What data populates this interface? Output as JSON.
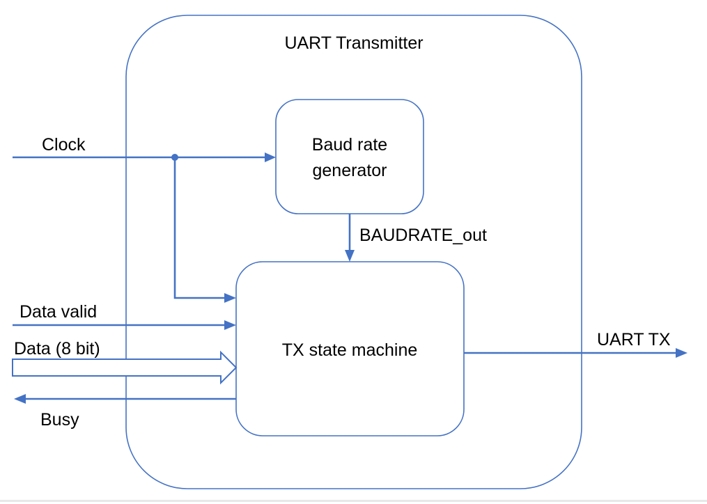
{
  "diagram": {
    "outer_box": {
      "title": "UART Transmitter"
    },
    "baud_block": {
      "line1": "Baud rate",
      "line2": "generator"
    },
    "tx_block": {
      "label": "TX state machine"
    },
    "signals": {
      "clock": "Clock",
      "baudrate_out": "BAUDRATE_out",
      "data_valid": "Data valid",
      "data_bus": "Data (8 bit)",
      "busy": "Busy",
      "uart_tx": "UART TX"
    },
    "colors": {
      "stroke": "#4472C4",
      "text": "#000000",
      "background": "#ffffff"
    }
  }
}
